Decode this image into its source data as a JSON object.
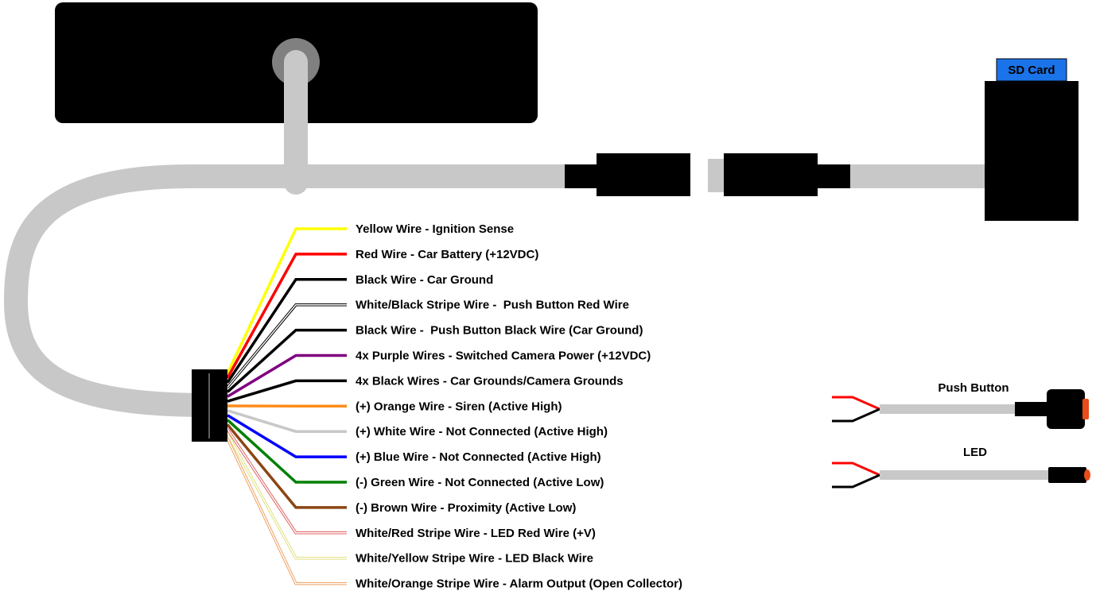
{
  "diagram": {
    "sd_card_label": "SD Card",
    "push_button_label": "Push Button",
    "led_label": "LED",
    "colors": {
      "cable": "#c8c8c8",
      "sd_card": "#1a73e8",
      "connector": "#000000"
    },
    "wires": [
      {
        "label": "Yellow Wire - Ignition Sense",
        "color": "#ffff00",
        "stripe": null
      },
      {
        "label": "Red Wire - Car Battery (+12VDC)",
        "color": "#ff0000",
        "stripe": null
      },
      {
        "label": "Black Wire - Car Ground",
        "color": "#000000",
        "stripe": null
      },
      {
        "label": "White/Black Stripe Wire -  Push Button Red Wire",
        "color": "#ffffff",
        "stripe": "#000000"
      },
      {
        "label": "Black Wire -  Push Button Black Wire (Car Ground)",
        "color": "#000000",
        "stripe": null
      },
      {
        "label": "4x Purple Wires - Switched Camera Power (+12VDC)",
        "color": "#800080",
        "stripe": null
      },
      {
        "label": "4x Black Wires - Car Grounds/Camera Grounds",
        "color": "#000000",
        "stripe": null
      },
      {
        "label": "(+) Orange Wire - Siren (Active High)",
        "color": "#ff8c1a",
        "stripe": null
      },
      {
        "label": "(+) White Wire - Not Connected (Active High)",
        "color": "#c8c8c8",
        "stripe": null
      },
      {
        "label": "(+) Blue Wire - Not Connected (Active High)",
        "color": "#0000ff",
        "stripe": null
      },
      {
        "label": "(-) Green Wire - Not Connected (Active Low)",
        "color": "#008000",
        "stripe": null
      },
      {
        "label": "(-) Brown Wire - Proximity (Active Low)",
        "color": "#8b4513",
        "stripe": null
      },
      {
        "label": "White/Red Stripe Wire - LED Red Wire (+V)",
        "color": "#ffffff",
        "stripe": "#e06060"
      },
      {
        "label": "White/Yellow Stripe Wire - LED Black Wire",
        "color": "#ffffff",
        "stripe": "#e0e080"
      },
      {
        "label": "White/Orange Stripe Wire - Alarm Output (Open Collector)",
        "color": "#ffffff",
        "stripe": "#f0a060"
      }
    ]
  }
}
